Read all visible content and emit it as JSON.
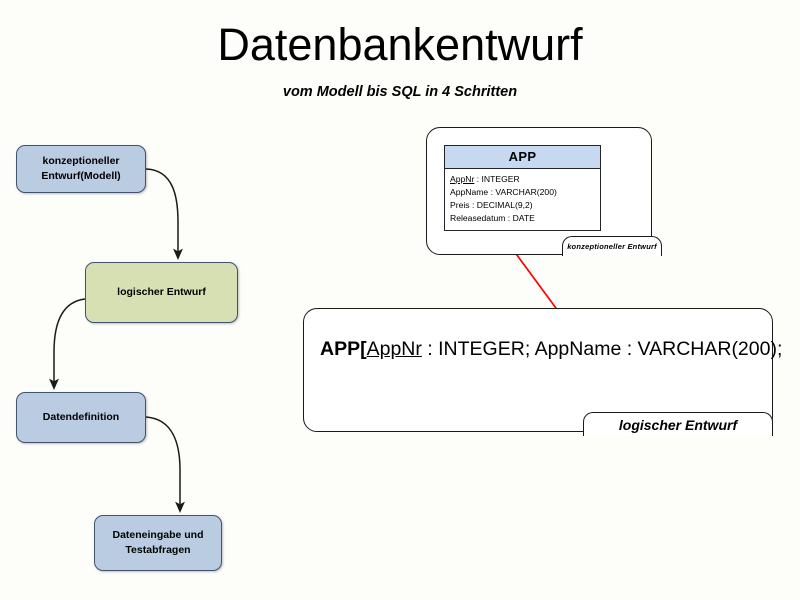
{
  "header": {
    "title": "Datenbankentwurf",
    "subtitle": "vom Modell bis SQL in 4 Schritten"
  },
  "flowchart": {
    "steps": [
      {
        "id": "konzept",
        "label": "konzeptioneller Entwurf(Modell)",
        "color": "#b9cce1"
      },
      {
        "id": "logisch",
        "label": "logischer Entwurf",
        "color": "#d6e0b2"
      },
      {
        "id": "datendef",
        "label": "Datendefinition",
        "color": "#b9cce1"
      },
      {
        "id": "eingabe",
        "label": "Dateneingabe und Testabfragen",
        "color": "#b9cce1"
      }
    ]
  },
  "konzept_panel": {
    "tab_label": "konzeptioneller Entwurf",
    "entity": {
      "name": "APP",
      "header_color": "#c6d9f0",
      "attributes": [
        {
          "name": "AppNr",
          "sep": " : ",
          "type": "INTEGER",
          "primary_key": true
        },
        {
          "name": "AppName",
          "sep": " : ",
          "type": "VARCHAR(200)",
          "primary_key": false
        },
        {
          "name": "Preis",
          "sep": " : ",
          "type": "DECIMAL(9,2)",
          "primary_key": false
        },
        {
          "name": "Releasedatum",
          "sep": " : ",
          "type": "DATE",
          "primary_key": false
        }
      ]
    }
  },
  "logisch_panel": {
    "tab_label": "logischer Entwurf",
    "relation": {
      "name": "APP",
      "open_bracket": "[",
      "pk": "AppNr",
      "rest": " : INTEGER; AppName : VARCHAR(200);"
    }
  },
  "annotations": {
    "mapping_arrow_color": "#ff0000",
    "mapping_arrow_name": "konzept-to-logisch-mapping-arrow"
  }
}
